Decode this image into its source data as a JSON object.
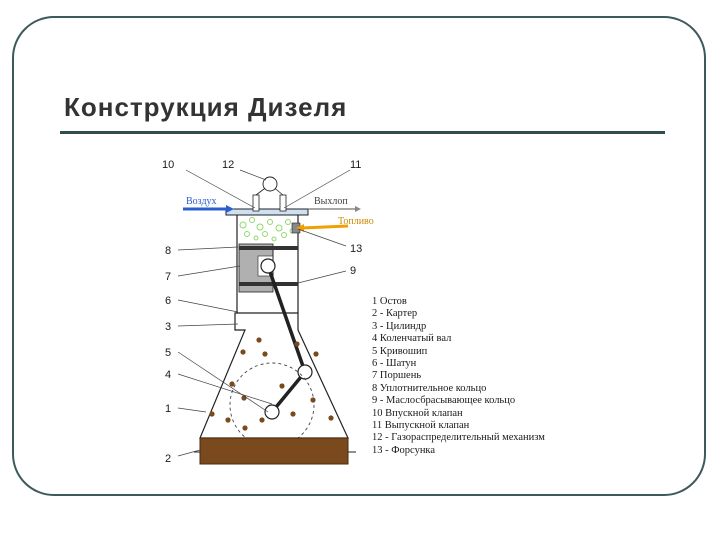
{
  "slide": {
    "title": "Конструкция Дизеля"
  },
  "diagram": {
    "callouts": [
      "10",
      "12",
      "11",
      "8",
      "7",
      "6",
      "3",
      "5",
      "4",
      "1",
      "2",
      "13",
      "9"
    ],
    "flows": {
      "air": "Воздух",
      "exhaust": "Выхлоп",
      "fuel": "Топливо"
    },
    "colors": {
      "air_arrow": "#2a5fd0",
      "fuel_arrow": "#f0a000",
      "crankcase_oil": "#7a4a1e",
      "fuel_spray": "#8fd96a",
      "piston": "#b0b0b0"
    },
    "legend": [
      "1  Остов",
      "2 - Картер",
      "3 - Цилиндр",
      "4  Коленчатый вал",
      "5  Кривошип",
      "6 - Шатун",
      "7  Поршень",
      "8  Уплотнительное кольцо",
      "9 - Маслосбрасывающее кольцо",
      "10  Впускной клапан",
      "11  Выпускной клапан",
      "12 - Газораспределительный механизм",
      "13 - Форсунка"
    ]
  }
}
